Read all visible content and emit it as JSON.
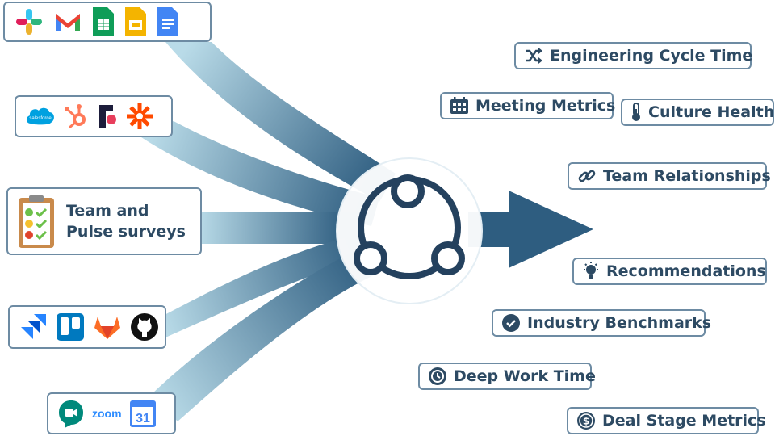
{
  "sources": {
    "workspace": {
      "icons": [
        "slack-icon",
        "gmail-icon",
        "google-sheets-icon",
        "google-slides-icon",
        "google-docs-icon"
      ]
    },
    "crm": {
      "icons": [
        "salesforce-icon",
        "hubspot-icon",
        "front-icon",
        "zapier-icon"
      ],
      "salesforce_text": "salesforce"
    },
    "surveys": {
      "label": "Team and Pulse surveys",
      "icon": "clipboard-survey-icon"
    },
    "engineering": {
      "icons": [
        "jira-icon",
        "trello-icon",
        "gitlab-icon",
        "github-icon"
      ]
    },
    "meetings": {
      "icons": [
        "google-meet-icon",
        "zoom-icon",
        "google-calendar-icon"
      ],
      "zoom_text": "zoom",
      "calendar_text": "31"
    }
  },
  "hub": {
    "icon": "network-hub-icon"
  },
  "outputs": [
    {
      "key": "engineering_cycle_time",
      "label": "Engineering Cycle Time",
      "icon": "shuffle-icon"
    },
    {
      "key": "meeting_metrics",
      "label": "Meeting Metrics",
      "icon": "calendar-grid-icon"
    },
    {
      "key": "culture_health",
      "label": "Culture Health",
      "icon": "thermometer-icon"
    },
    {
      "key": "team_relationships",
      "label": "Team Relationships",
      "icon": "link-icon"
    },
    {
      "key": "recommendations",
      "label": "Recommendations",
      "icon": "lightbulb-icon"
    },
    {
      "key": "industry_benchmarks",
      "label": "Industry Benchmarks",
      "icon": "check-circle-icon"
    },
    {
      "key": "deep_work_time",
      "label": "Deep Work Time",
      "icon": "clock-icon"
    },
    {
      "key": "deal_stage_metrics",
      "label": "Deal Stage Metrics",
      "icon": "dollar-circle-icon"
    }
  ],
  "colors": {
    "text": "#2d4a63",
    "border": "#6d8ba3",
    "stream_light": "#b9dbe8",
    "stream_dark": "#2e5d80",
    "hub_stroke": "#24415e",
    "arrow": "#2e5d80"
  }
}
